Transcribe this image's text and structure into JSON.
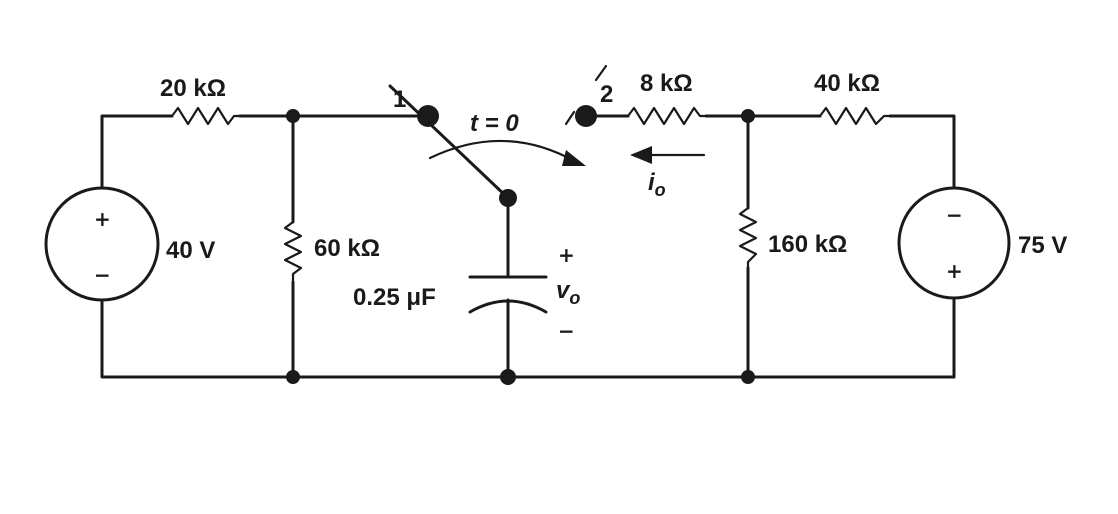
{
  "sources": {
    "left": {
      "label": "40 V",
      "top_sign": "+",
      "bottom_sign": "−"
    },
    "right": {
      "label": "75 V",
      "top_sign": "−",
      "bottom_sign": "+"
    }
  },
  "resistors": {
    "r_top_left": "20 kΩ",
    "r_shunt_left": "60 kΩ",
    "r_mid": "8 kΩ",
    "r_top_right": "40 kΩ",
    "r_shunt_right": "160 kΩ"
  },
  "capacitor": {
    "label": "0.25 μF",
    "voltage_label": "v",
    "voltage_sub": "o",
    "plus": "+",
    "minus": "−"
  },
  "switch": {
    "pos1": "1",
    "pos2": "2",
    "time_label": "t = 0"
  },
  "current": {
    "label": "i",
    "sub": "o"
  }
}
